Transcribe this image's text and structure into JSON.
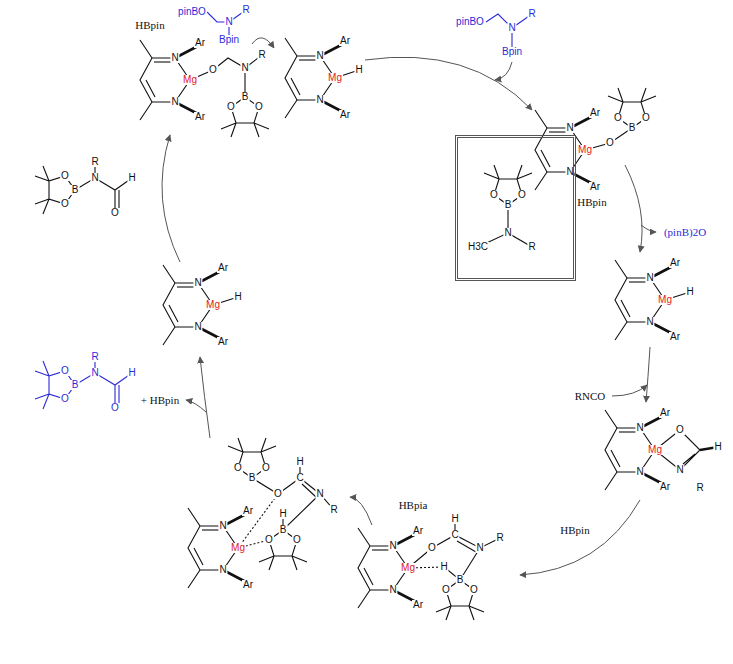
{
  "diagram": {
    "nodes": [
      {
        "text": [
          "O",
          "O",
          "B",
          "N",
          "H3C",
          "R"
        ]
      }
    ],
    "labels": [
      "pinBO",
      "N",
      "R",
      "Bpin",
      "HBpin",
      "N",
      "Ar",
      "Mg",
      "N",
      "Ar",
      "O",
      "N",
      "R",
      "B",
      "O",
      "O",
      "N",
      "Ar",
      "Mg",
      "N",
      "Ar",
      "H",
      "pinBO",
      "N",
      "R",
      "Bpin",
      "N",
      "Ar",
      "Mg",
      "N",
      "Ar",
      "O",
      "B",
      "O",
      "O",
      "HBpin",
      "(pinB)2O",
      "N",
      "Ar",
      "Mg",
      "N",
      "Ar",
      "H",
      "RNCO",
      "N",
      "Ar",
      "Mg",
      "N",
      "Ar",
      "O",
      "H",
      "N",
      "R",
      "HBpin",
      "N",
      "Ar",
      "Mg",
      "N",
      "Ar",
      "O",
      "H",
      "C",
      "N",
      "R",
      "H",
      "B",
      "O",
      "O",
      "HBpia",
      "N",
      "Ar",
      "Mg",
      "N",
      "Ar",
      "B",
      "O",
      "O",
      "O",
      "H",
      "C",
      "N",
      "R",
      "H",
      "B",
      "O",
      "O",
      "R",
      "N",
      "B",
      "O",
      "O",
      "H",
      "O",
      "+ HBpin",
      "N",
      "Ar",
      "Mg",
      "N",
      "Ar",
      "H",
      "R",
      "N",
      "B",
      "O",
      "O",
      "H",
      "O"
    ]
  }
}
